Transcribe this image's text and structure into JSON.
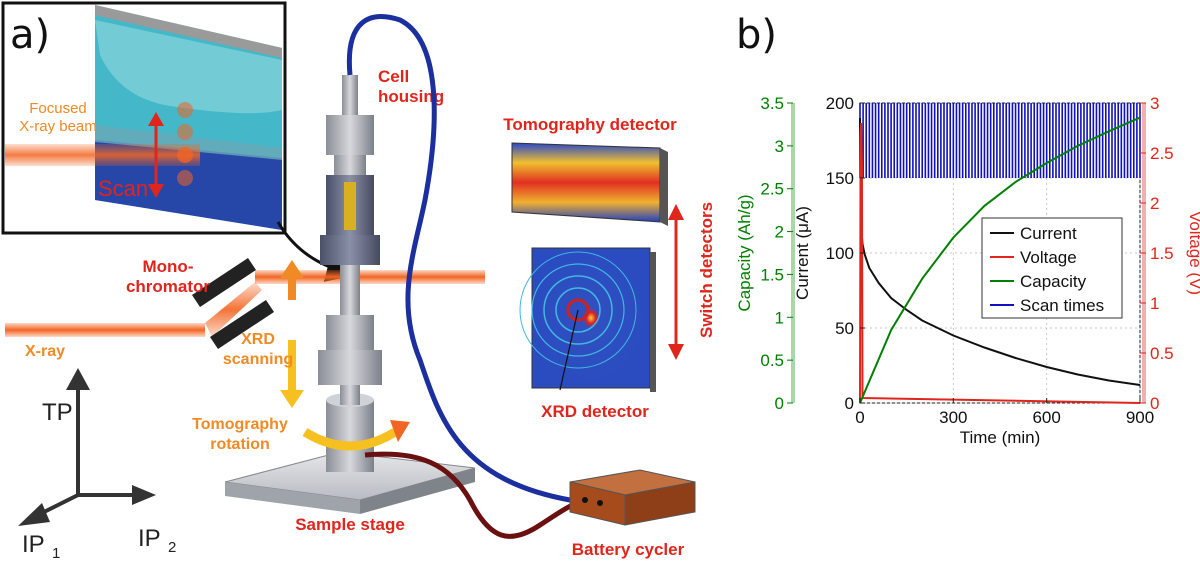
{
  "panel_a": {
    "letter": "a)",
    "labels": {
      "focused_beam_line1": "Focused",
      "focused_beam_line2": "X-ray beam",
      "scan": "Scan",
      "cell_housing_line1": "Cell",
      "cell_housing_line2": "housing",
      "tomography_detector": "Tomography detector",
      "switch_detectors": "Switch detectors",
      "xrd_detector": "XRD detector",
      "monochromator_line1": "Mono-",
      "monochromator_line2": "chromator",
      "xray": "X-ray",
      "xrd_scanning_line1": "XRD",
      "xrd_scanning_line2": "scanning",
      "tomography_rotation_line1": "Tomography",
      "tomography_rotation_line2": "rotation",
      "sample_stage": "Sample stage",
      "battery_cycler": "Battery cycler",
      "axis_tp": "TP",
      "axis_ip1": "IP",
      "axis_ip1_sub": "1",
      "axis_ip2": "IP",
      "axis_ip2_sub": "2"
    },
    "colors": {
      "red_label": "#e0251c",
      "orange_label": "#f08a24",
      "beam": "#f26522",
      "cable_blue": "#1b2f9e",
      "cable_dark_red": "#6b1010",
      "cycler_brown": "#a64b1c"
    }
  },
  "chart_data": {
    "type": "line",
    "panel_letter": "b)",
    "x_axis": {
      "label": "Time (min)",
      "range": [
        0,
        900
      ],
      "ticks": [
        "0",
        "300",
        "600",
        "900"
      ]
    },
    "y_left_capacity": {
      "label": "Capacity (Ah/g)",
      "color": "#008000",
      "range": [
        0,
        3.5
      ],
      "ticks": [
        "0",
        "0.5",
        "1",
        "1.5",
        "2",
        "2.5",
        "3",
        "3.5"
      ]
    },
    "y_left_current": {
      "label": "Current  (μA)",
      "color": "#111111",
      "range": [
        0,
        200
      ],
      "ticks": [
        "0",
        "50",
        "100",
        "150",
        "200"
      ]
    },
    "y_right_voltage": {
      "label": "Voltage (V)",
      "color": "#e0251c",
      "range": [
        0,
        3
      ],
      "ticks": [
        "0",
        "0.5",
        "1",
        "1.5",
        "2",
        "2.5",
        "3"
      ]
    },
    "grid": true,
    "legend": {
      "placement": "right-middle",
      "entries": [
        "Current",
        "Voltage",
        "Capacity",
        "Scan times"
      ]
    },
    "series": [
      {
        "name": "Current",
        "axis": "current",
        "color": "#111111",
        "x": [
          0,
          3,
          8,
          15,
          30,
          60,
          100,
          150,
          200,
          300,
          400,
          500,
          600,
          700,
          800,
          900
        ],
        "y": [
          190,
          118,
          106,
          99,
          90,
          80,
          70,
          62,
          55,
          45,
          37,
          30,
          24,
          19,
          15,
          12
        ]
      },
      {
        "name": "Voltage",
        "axis": "voltage",
        "color": "#e0251c",
        "x": [
          0,
          2,
          4,
          6,
          8,
          900
        ],
        "y": [
          0,
          2.7,
          2.8,
          2.4,
          0.05,
          0.0
        ]
      },
      {
        "name": "Capacity",
        "axis": "capacity",
        "color": "#008000",
        "x": [
          0,
          100,
          200,
          300,
          400,
          500,
          600,
          700,
          800,
          900
        ],
        "y": [
          0,
          0.85,
          1.45,
          1.93,
          2.3,
          2.58,
          2.8,
          3.0,
          3.17,
          3.33
        ]
      },
      {
        "name": "Scan times",
        "axis": "current",
        "color": "#1010c0",
        "scan_start": 0,
        "scan_interval": 10,
        "scan_end": 900,
        "y_low": 150,
        "y_high": 200
      }
    ]
  }
}
